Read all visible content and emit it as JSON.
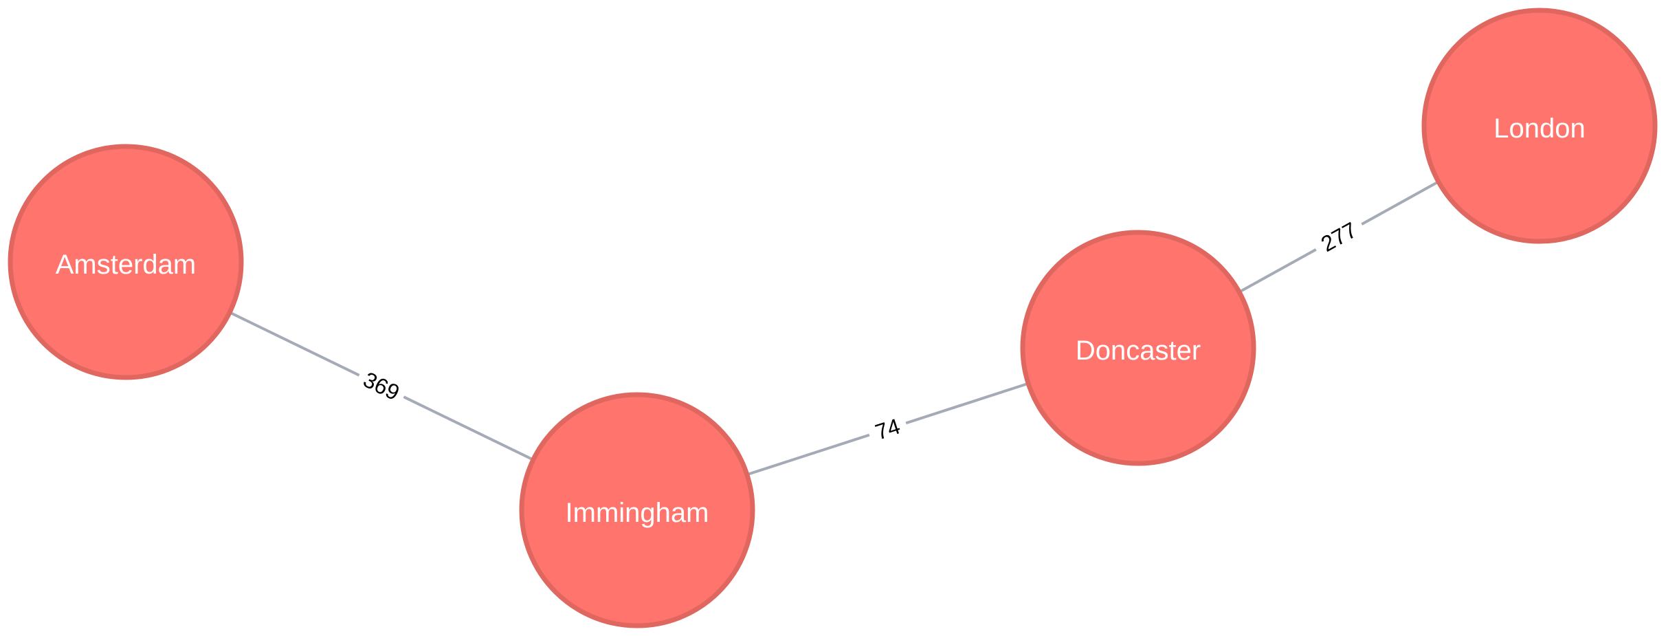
{
  "colors": {
    "node_fill": "#ff756e",
    "node_stroke": "#e06760",
    "edge": "#a5abb6",
    "node_text": "#ffffff",
    "edge_text": "#000000"
  },
  "nodes": [
    {
      "id": "amsterdam",
      "label": "Amsterdam"
    },
    {
      "id": "immingham",
      "label": "Immingham"
    },
    {
      "id": "doncaster",
      "label": "Doncaster"
    },
    {
      "id": "london",
      "label": "London"
    }
  ],
  "edges": [
    {
      "source": "amsterdam",
      "target": "immingham",
      "label": "369"
    },
    {
      "source": "immingham",
      "target": "doncaster",
      "label": "74"
    },
    {
      "source": "doncaster",
      "target": "london",
      "label": "277"
    }
  ]
}
